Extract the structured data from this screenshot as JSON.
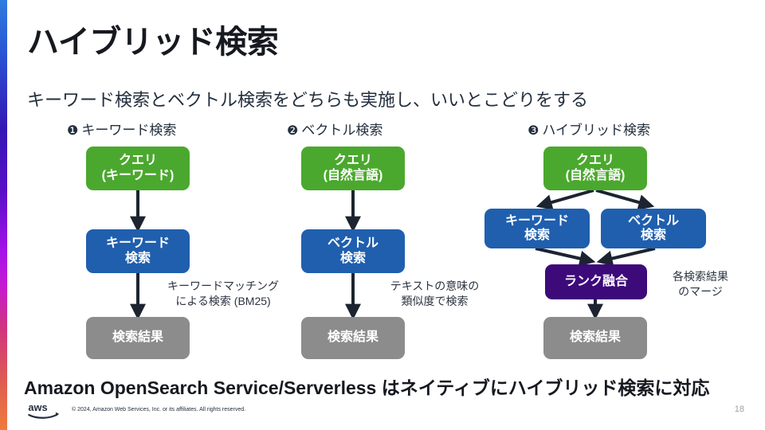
{
  "slide": {
    "title": "ハイブリッド検索",
    "subtitle": "キーワード検索とベクトル検索をどちらも実施し、いいとこどりをする",
    "footer_statement": "Amazon OpenSearch Service/Serverless はネイティブにハイブリッド検索に対応",
    "copyright": "© 2024, Amazon Web Services, Inc. or its affiliates. All rights reserved.",
    "page_number": "18",
    "logo_text": "aws"
  },
  "colors": {
    "green": "#4ba82e",
    "blue": "#1f5fae",
    "purple": "#3d0a7a",
    "gray": "#8c8c8c",
    "text_dark": "#16191f",
    "page_number": "#9aa0a6",
    "accent_bar_top": "#2f7ce0",
    "accent_bar_mid": "#a313e8",
    "accent_bar_bottom": "#ef7b3c"
  },
  "columns": [
    {
      "number": "❶",
      "header": "キーワード検索",
      "nodes": {
        "query": "クエリ\n(キーワード)",
        "search": "キーワード\n検索",
        "result": "検索結果"
      },
      "annotation": "キーワードマッチング\nによる検索 (BM25)"
    },
    {
      "number": "❷",
      "header": "ベクトル検索",
      "nodes": {
        "query": "クエリ\n(自然言語)",
        "search": "ベクトル\n検索",
        "result": "検索結果"
      },
      "annotation": "テキストの意味の\n類似度で検索"
    },
    {
      "number": "❸",
      "header": "ハイブリッド検索",
      "nodes": {
        "query": "クエリ\n(自然言語)",
        "keyword_search": "キーワード\n検索",
        "vector_search": "ベクトル\n検索",
        "fusion": "ランク融合",
        "result": "検索結果"
      },
      "annotation": "各検索結果\nのマージ"
    }
  ]
}
